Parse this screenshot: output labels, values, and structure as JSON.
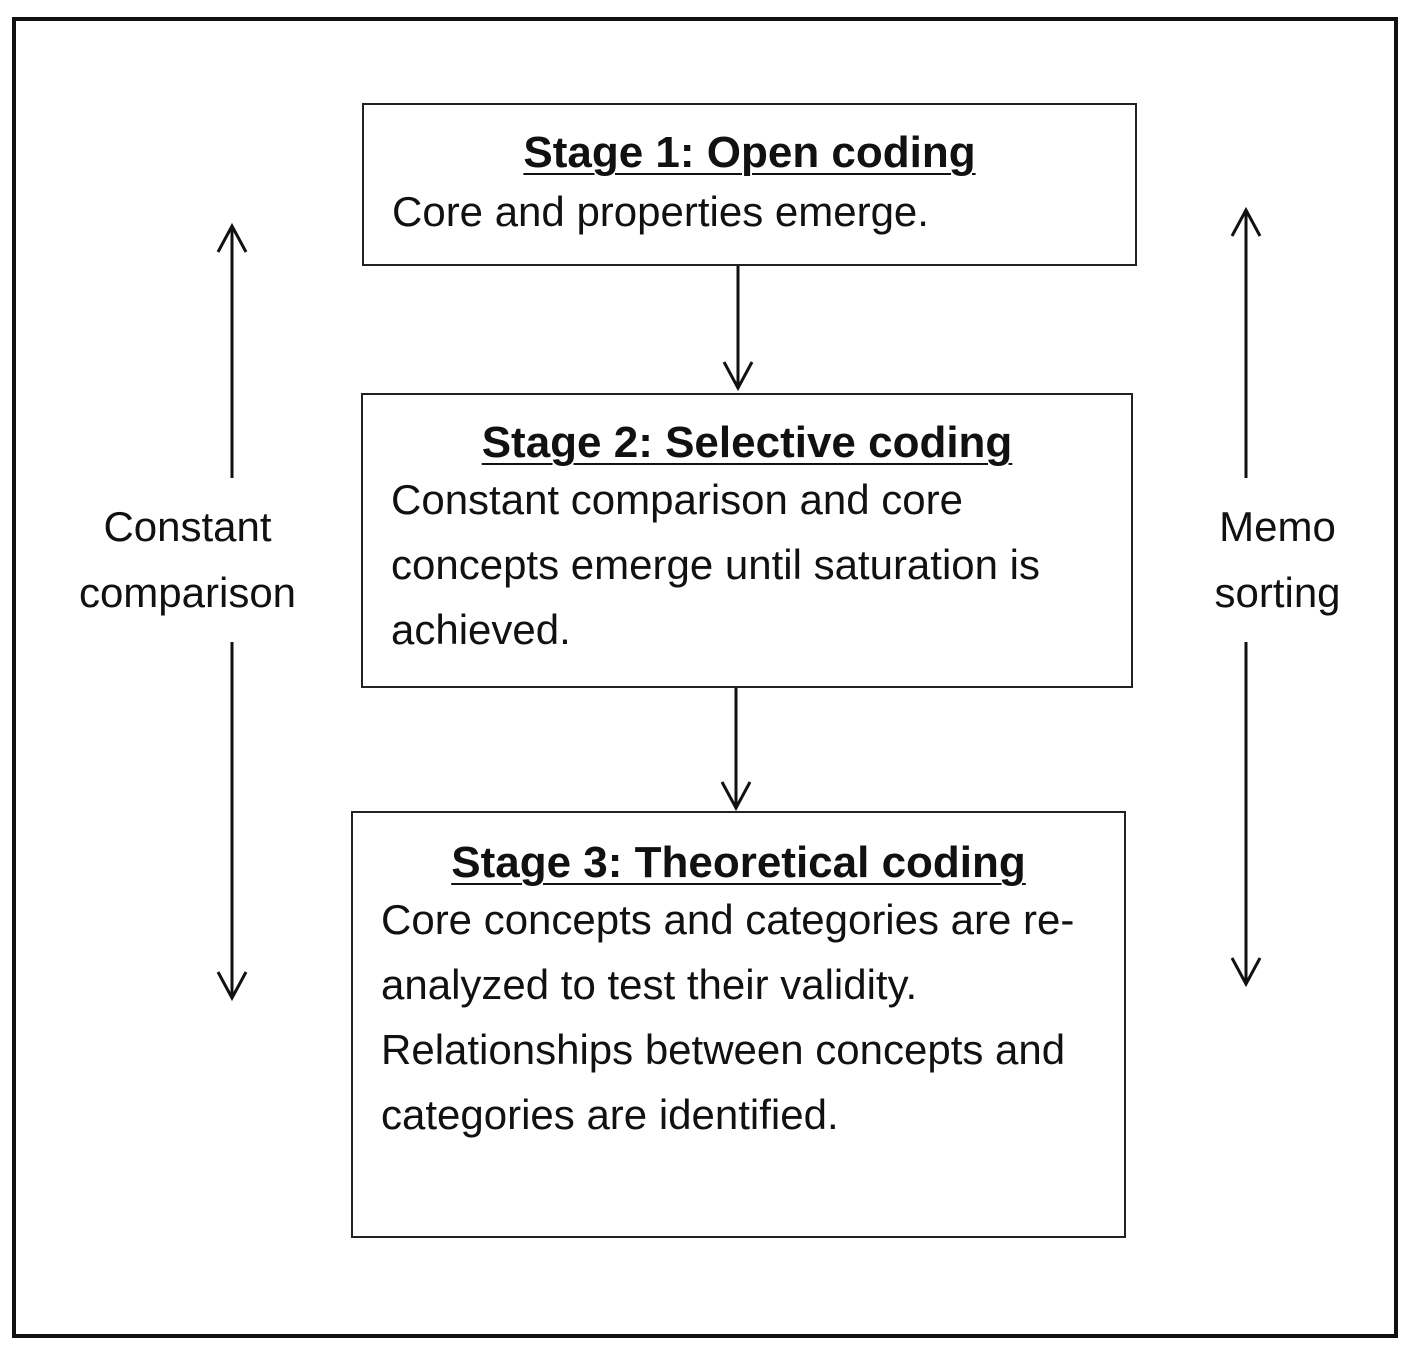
{
  "stages": [
    {
      "title": "Stage 1: Open coding",
      "text": "Core and properties emerge."
    },
    {
      "title": "Stage 2: Selective coding",
      "text": "Constant comparison and core concepts emerge until saturation is achieved."
    },
    {
      "title": "Stage 3: Theoretical coding",
      "text": "Core concepts and categories are re-analyzed to test their validity. Relationships between concepts and categories are identified."
    }
  ],
  "side_labels": {
    "left": "Constant comparison",
    "right": "Memo sorting"
  }
}
